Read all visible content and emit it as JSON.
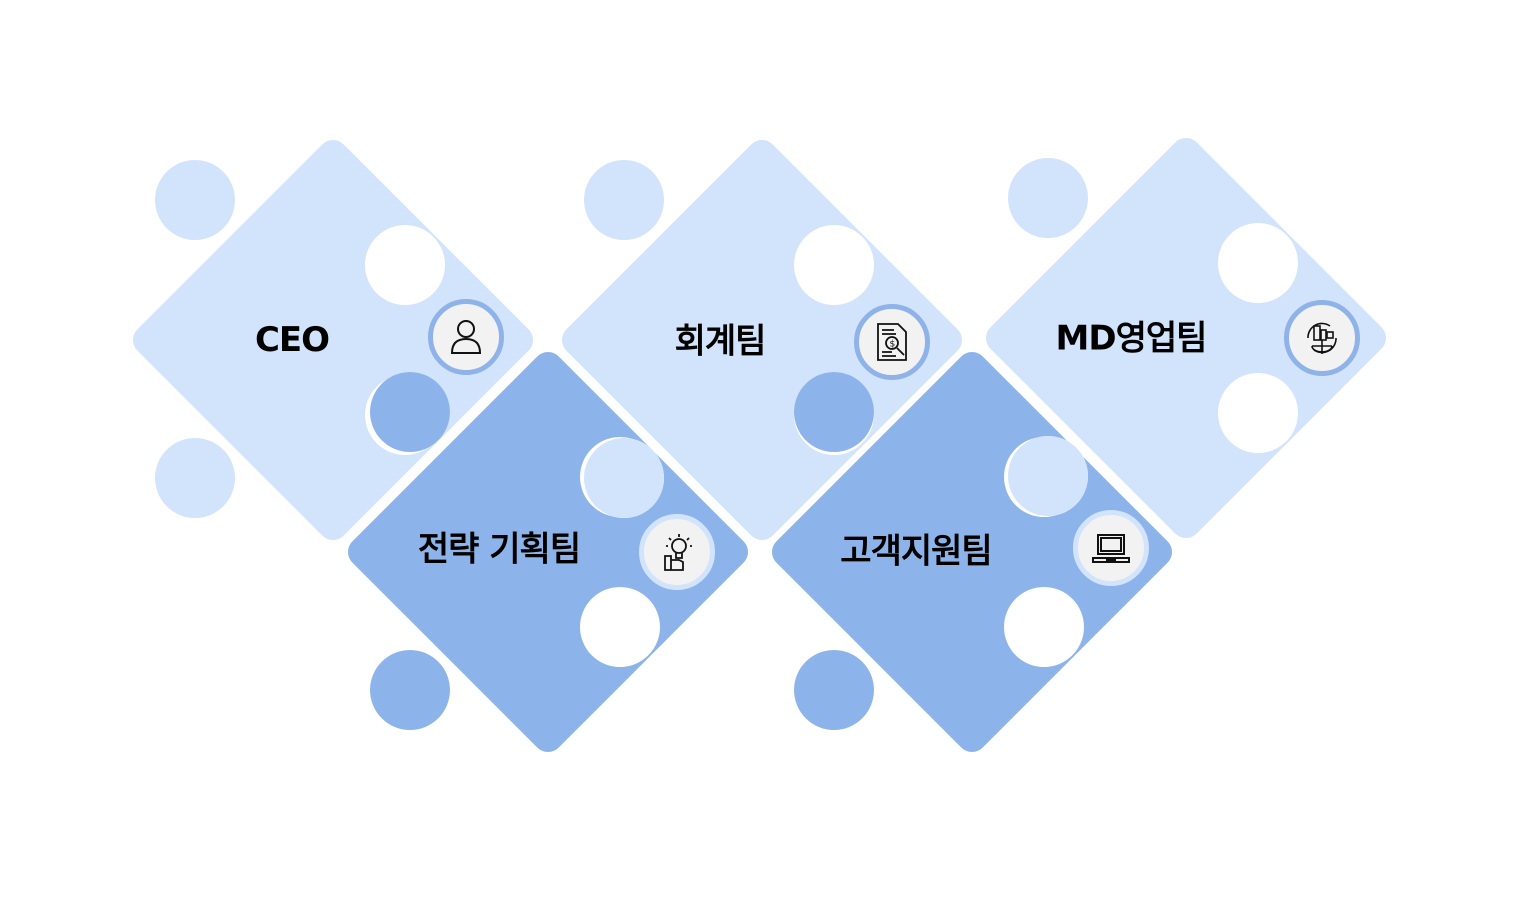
{
  "colors": {
    "light": "#d2e3fc",
    "dark": "#8db4ea",
    "icon_bg": "#f2f2f2"
  },
  "pieces": [
    {
      "label": "CEO",
      "icon": "user-icon",
      "tone": "light"
    },
    {
      "label": "전략 기획팀",
      "icon": "lightbulb-idea-icon",
      "tone": "dark"
    },
    {
      "label": "회계팀",
      "icon": "financial-report-icon",
      "tone": "light"
    },
    {
      "label": "고객지원팀",
      "icon": "laptop-icon",
      "tone": "dark"
    },
    {
      "label": "MD영업팀",
      "icon": "global-business-icon",
      "tone": "light"
    }
  ]
}
